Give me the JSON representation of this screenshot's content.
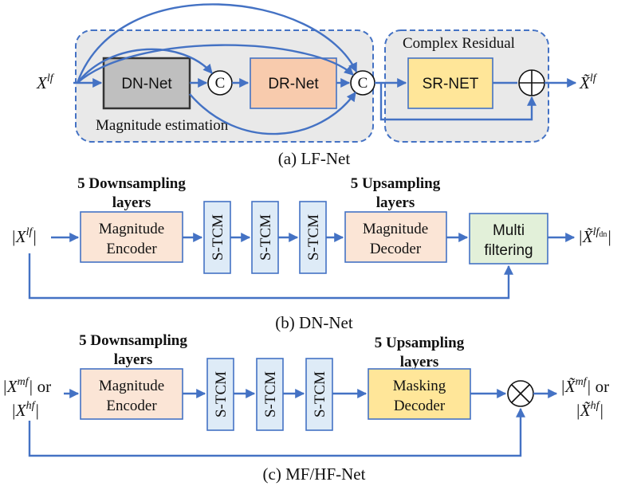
{
  "lf": {
    "caption": "(a) LF-Net",
    "magnitude_group": "Magnitude estimation",
    "residual_group": "Complex Residual",
    "dn": "DN-Net",
    "dr": "DR-Net",
    "sr": "SR-NET",
    "concat": "C",
    "input": "X",
    "input_sup": "lf",
    "output": "X̃",
    "output_sup": "lf"
  },
  "dn": {
    "caption": "(b) DN-Net",
    "down_line1": "5 Downsampling",
    "down_line2": "layers",
    "up_line1": "5 Upsampling",
    "up_line2": "layers",
    "encoder_line1": "Magnitude",
    "encoder_line2": "Encoder",
    "tcm": "S-TCM",
    "decoder_line1": "Magnitude",
    "decoder_line2": "Decoder",
    "filter_line1": "Multi",
    "filter_line2": "filtering",
    "input": "X",
    "input_sup": "lf",
    "output": "X̃",
    "output_sup": "lf",
    "output_sub": "dn"
  },
  "mfhf": {
    "caption": "(c) MF/HF-Net",
    "down_line1": "5 Downsampling",
    "down_line2": "layers",
    "up_line1": "5 Upsampling",
    "up_line2": "layers",
    "encoder_line1": "Magnitude",
    "encoder_line2": "Encoder",
    "tcm": "S-TCM",
    "decoder_line1": "Masking",
    "decoder_line2": "Decoder",
    "or": "or",
    "in_a": "X",
    "in_a_sup": "mf",
    "in_b": "X",
    "in_b_sup": "hf",
    "out_a": "X̃",
    "out_a_sup": "mf",
    "out_b": "X̃",
    "out_b_sup": "hf"
  },
  "colors": {
    "arrow": "#4472C4",
    "group_fill": "#E9E9E9",
    "dn_fill": "#BFBFBF",
    "dr_fill": "#F8CBAD",
    "sr_fill": "#FFE699",
    "encoder_fill": "#FBE5D6",
    "tcm_fill": "#DEEBF7",
    "filter_fill": "#E2F0D9"
  }
}
